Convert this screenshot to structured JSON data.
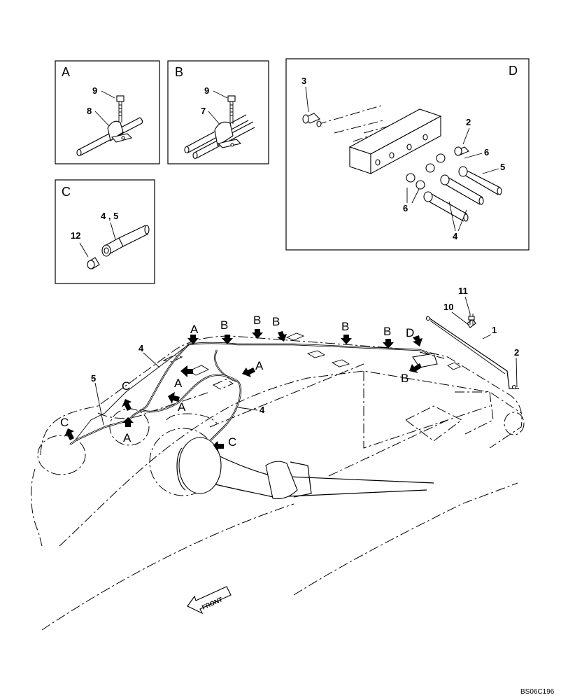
{
  "boxes": {
    "a": {
      "title": "A",
      "labels": [
        "9",
        "8"
      ]
    },
    "b": {
      "title": "B",
      "labels": [
        "9",
        "7"
      ]
    },
    "c": {
      "title": "C",
      "labels": [
        "4 , 5",
        "12"
      ]
    },
    "d": {
      "title": "D",
      "labels": [
        "3",
        "2",
        "6",
        "5",
        "6",
        "4"
      ]
    }
  },
  "main": {
    "part_numbers": [
      "11",
      "10",
      "1",
      "2",
      "4",
      "5",
      "4"
    ],
    "view_pointers": [
      "A",
      "B",
      "B",
      "B",
      "B",
      "B",
      "D",
      "B",
      "A",
      "A",
      "A",
      "C",
      "C",
      "A",
      "C"
    ]
  },
  "front_label": "FRONT",
  "drawing_code": "BS06C196"
}
